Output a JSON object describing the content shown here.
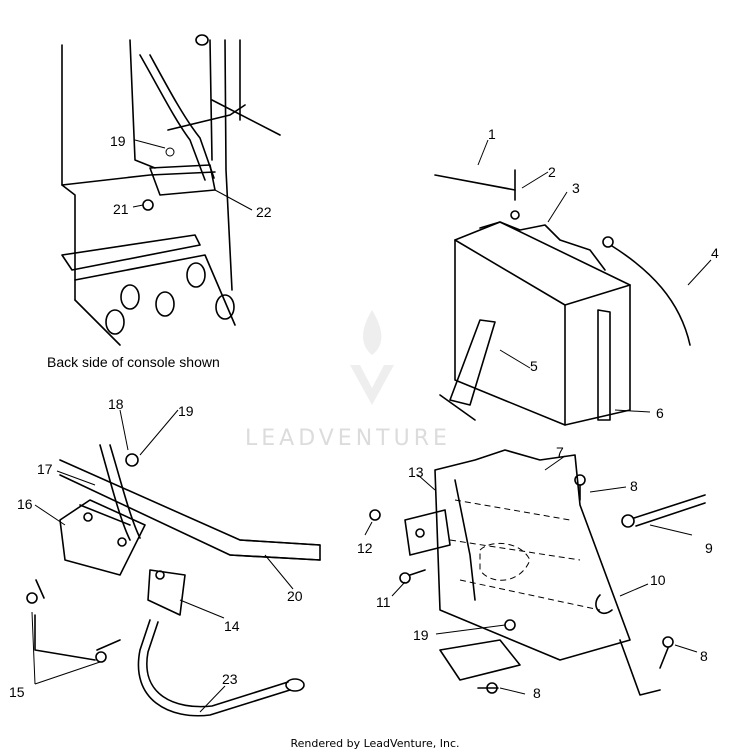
{
  "caption": "Back side of console shown",
  "footer": "Rendered by LeadVenture, Inc.",
  "watermark": "LEADVENTURE",
  "callouts": [
    "1",
    "2",
    "3",
    "4",
    "5",
    "6",
    "7",
    "8",
    "8",
    "8",
    "9",
    "10",
    "11",
    "12",
    "13",
    "14",
    "15",
    "16",
    "17",
    "18",
    "19",
    "19",
    "19",
    "20",
    "21",
    "22",
    "23"
  ]
}
